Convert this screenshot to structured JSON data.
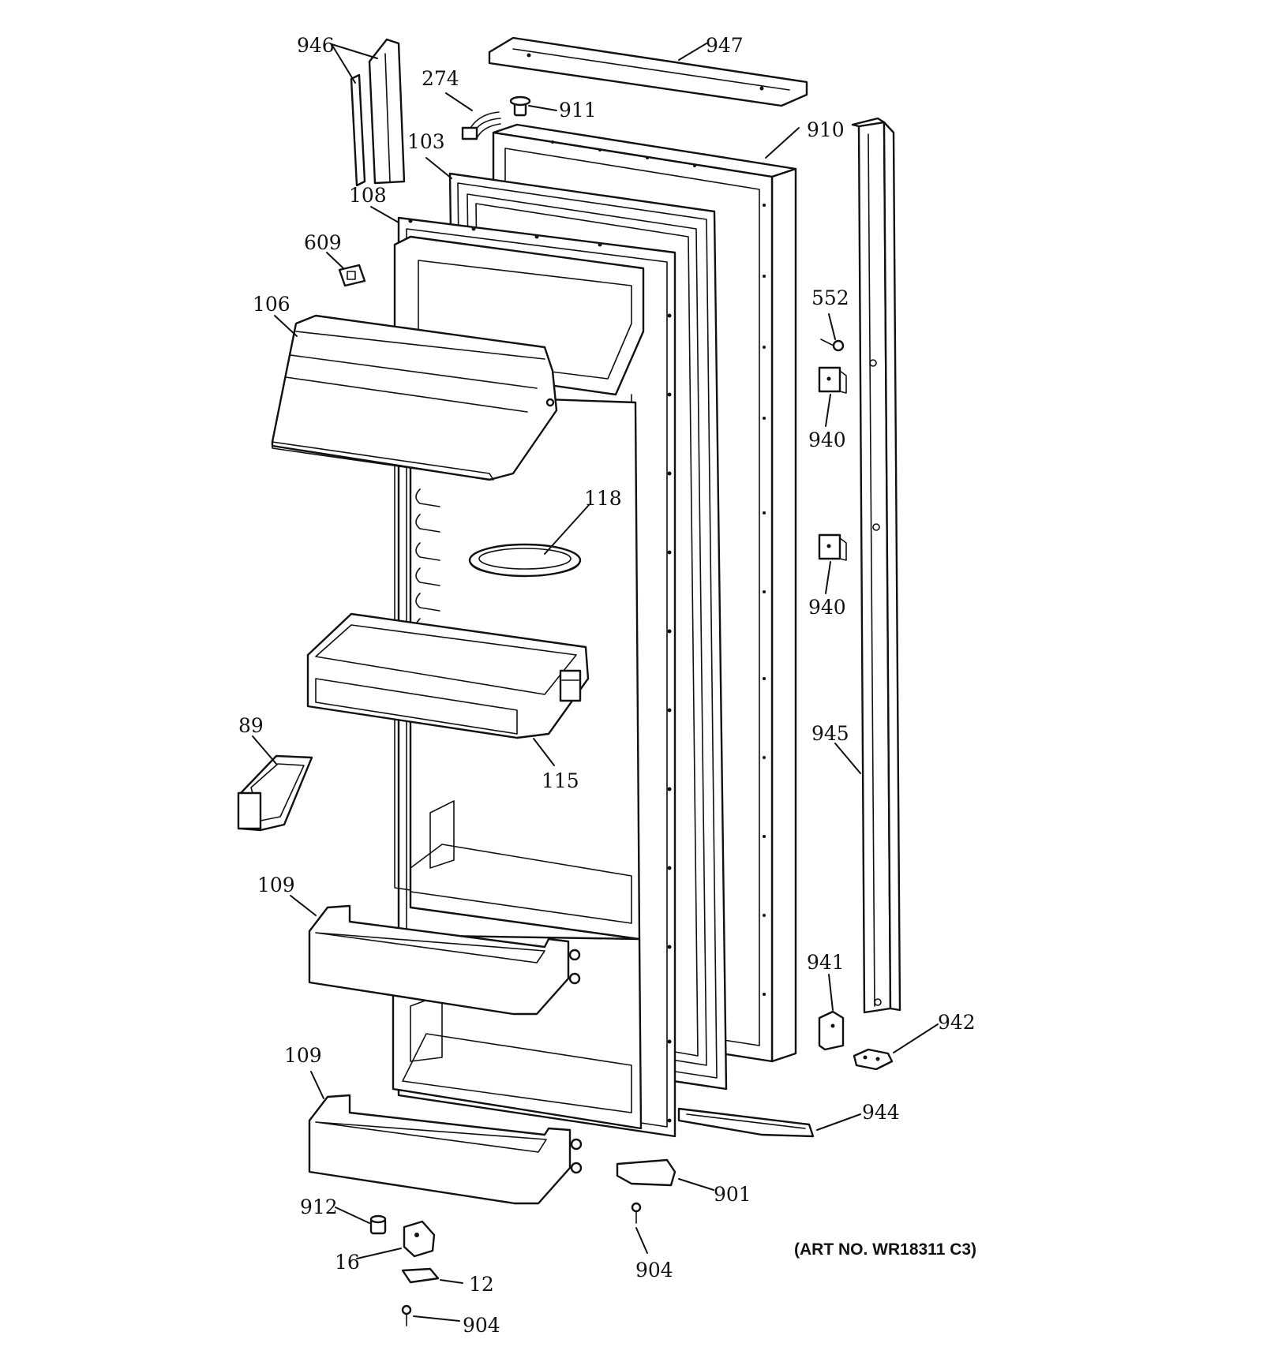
{
  "callouts": {
    "c946": "946",
    "c947": "947",
    "c274": "274",
    "c911": "911",
    "c103": "103",
    "c910": "910",
    "c108": "108",
    "c609": "609",
    "c106": "106",
    "c552": "552",
    "c940a": "940",
    "c118": "118",
    "c940b": "940",
    "c89": "89",
    "c115": "115",
    "c945": "945",
    "c109a": "109",
    "c941": "941",
    "c942": "942",
    "c109b": "109",
    "c944": "944",
    "c901": "901",
    "c912": "912",
    "c16": "16",
    "c904a": "904",
    "c12": "12",
    "c904b": "904"
  },
  "art_number": "(ART NO. WR18311 C3)"
}
